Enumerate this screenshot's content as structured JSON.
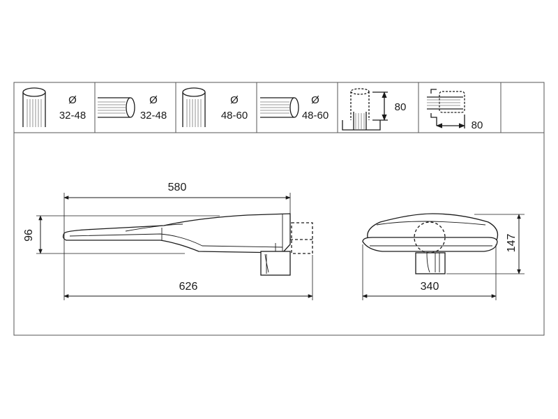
{
  "mounting_options": [
    {
      "icon": "vertical-pole-icon",
      "symbol": "Ø",
      "range": "32-48"
    },
    {
      "icon": "horizontal-pole-icon",
      "symbol": "Ø",
      "range": "32-48"
    },
    {
      "icon": "vertical-pole-icon",
      "symbol": "Ø",
      "range": "48-60"
    },
    {
      "icon": "horizontal-pole-icon",
      "symbol": "Ø",
      "range": "48-60"
    },
    {
      "icon": "post-top-insertion-icon",
      "symbol": "",
      "range": "80"
    },
    {
      "icon": "side-entry-insertion-icon",
      "symbol": "",
      "range": "80"
    }
  ],
  "dimensions": {
    "side_top_length": "580",
    "side_height": "96",
    "side_total_length": "626",
    "front_height": "147",
    "front_width": "340"
  },
  "colors": {
    "line": "#1a1a1a",
    "hatch": "#6a6a6a",
    "border": "#555555"
  }
}
